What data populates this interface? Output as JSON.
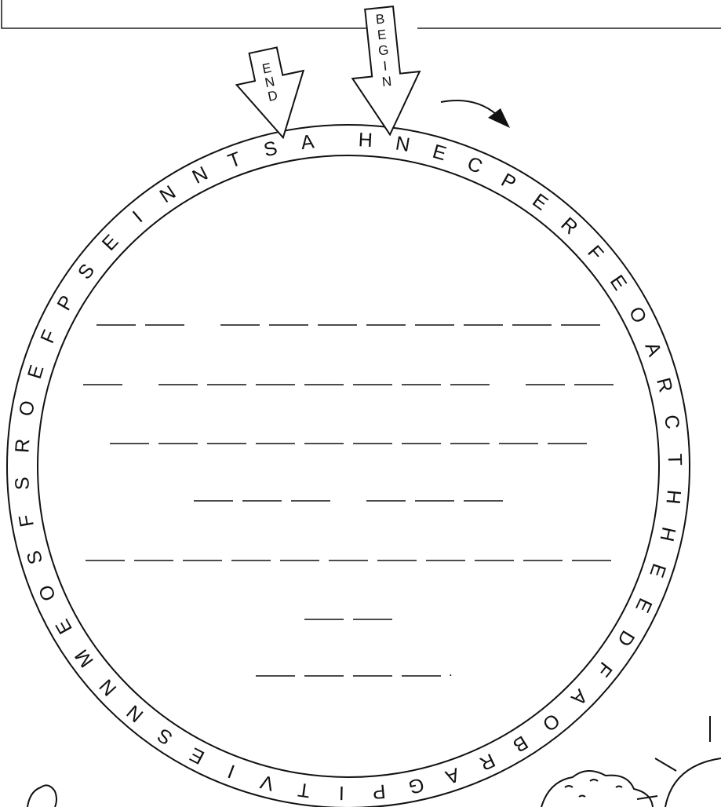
{
  "puzzle": {
    "begin_label": [
      "B",
      "E",
      "G",
      "I",
      "N"
    ],
    "end_label": [
      "E",
      "N",
      "D"
    ],
    "ring_letters": [
      "H",
      "N",
      "E",
      "C",
      "P",
      "E",
      "R",
      "F",
      "E",
      "O",
      "A",
      "R",
      "C",
      "T",
      "H",
      "H",
      "E",
      "E",
      "D",
      "F",
      "A",
      "O",
      "B",
      "R",
      "A",
      "G",
      "P",
      "I",
      "T",
      "V",
      "I",
      "E",
      "S",
      "N",
      "N",
      "M",
      "E",
      "O",
      "S",
      "F",
      "S",
      "R",
      "O",
      "E",
      "F",
      "P",
      "S",
      "E",
      "I",
      "N",
      "N",
      "T",
      "S",
      "A"
    ],
    "answer_lines": [
      {
        "words": [
          2,
          8
        ]
      },
      {
        "words": [
          1,
          7,
          2
        ]
      },
      {
        "words": [
          10
        ]
      },
      {
        "words": [
          3,
          3
        ]
      },
      {
        "words": [
          11
        ]
      },
      {
        "words": [
          2
        ]
      },
      {
        "words": [
          4
        ],
        "end_mark": "."
      }
    ]
  }
}
